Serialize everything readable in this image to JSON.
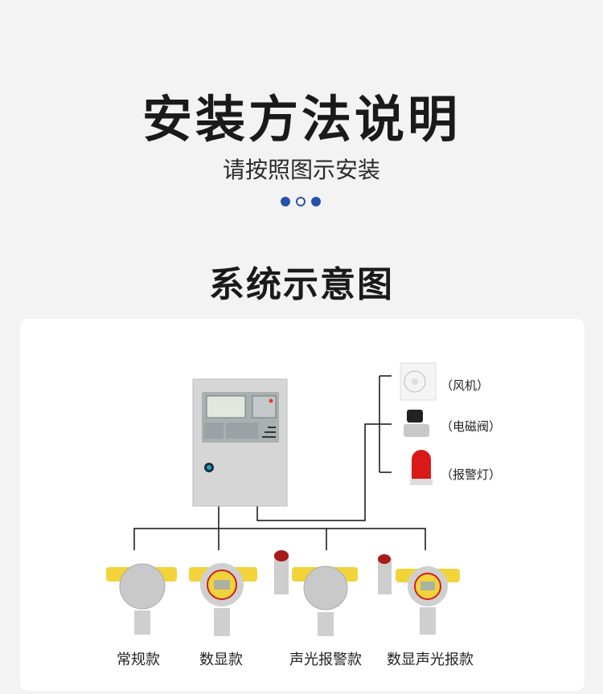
{
  "header": {
    "title": "安装方法说明",
    "subtitle": "请按照图示安装"
  },
  "section": {
    "title": "系统示意图"
  },
  "outputs": [
    {
      "label": "（风机）"
    },
    {
      "label": "（电磁阀）"
    },
    {
      "label": "（报警灯）"
    }
  ],
  "detectors": [
    {
      "label": "常规款"
    },
    {
      "label": "数显款"
    },
    {
      "label": "声光报警款"
    },
    {
      "label": "数显声光报款"
    }
  ],
  "colors": {
    "accent": "#2552a8",
    "background": "#f3f3f3",
    "detector_yellow": "#f2d33a"
  }
}
